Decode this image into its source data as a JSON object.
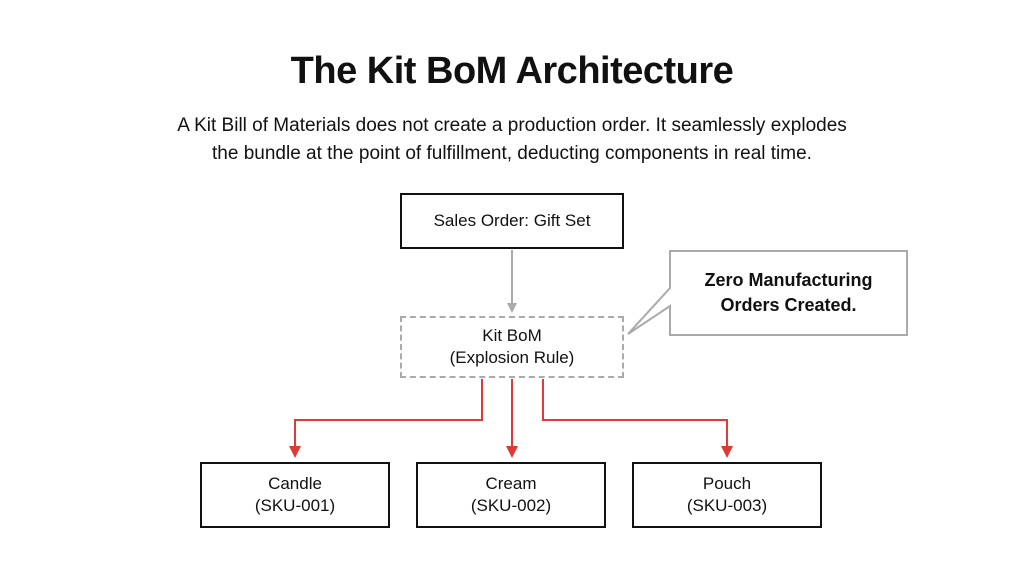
{
  "title": "The Kit BoM Architecture",
  "subtitle": {
    "line1": "A Kit Bill of Materials does not create a production order. It seamlessly explodes",
    "line2": "the bundle at the point of fulfillment, deducting components in real time."
  },
  "nodes": {
    "sales_order": "Sales Order: Gift Set",
    "kit_bom": {
      "line1": "Kit BoM",
      "line2": "(Explosion Rule)"
    },
    "components": [
      {
        "name": "Candle",
        "sku": "(SKU-001)"
      },
      {
        "name": "Cream",
        "sku": "(SKU-002)"
      },
      {
        "name": "Pouch",
        "sku": "(SKU-003)"
      }
    ]
  },
  "callout": {
    "line1": "Zero Manufacturing",
    "line2": "Orders Created."
  },
  "colors": {
    "text": "#111111",
    "gray_connector": "#aaaaaa",
    "red_connector": "#e03a36"
  }
}
